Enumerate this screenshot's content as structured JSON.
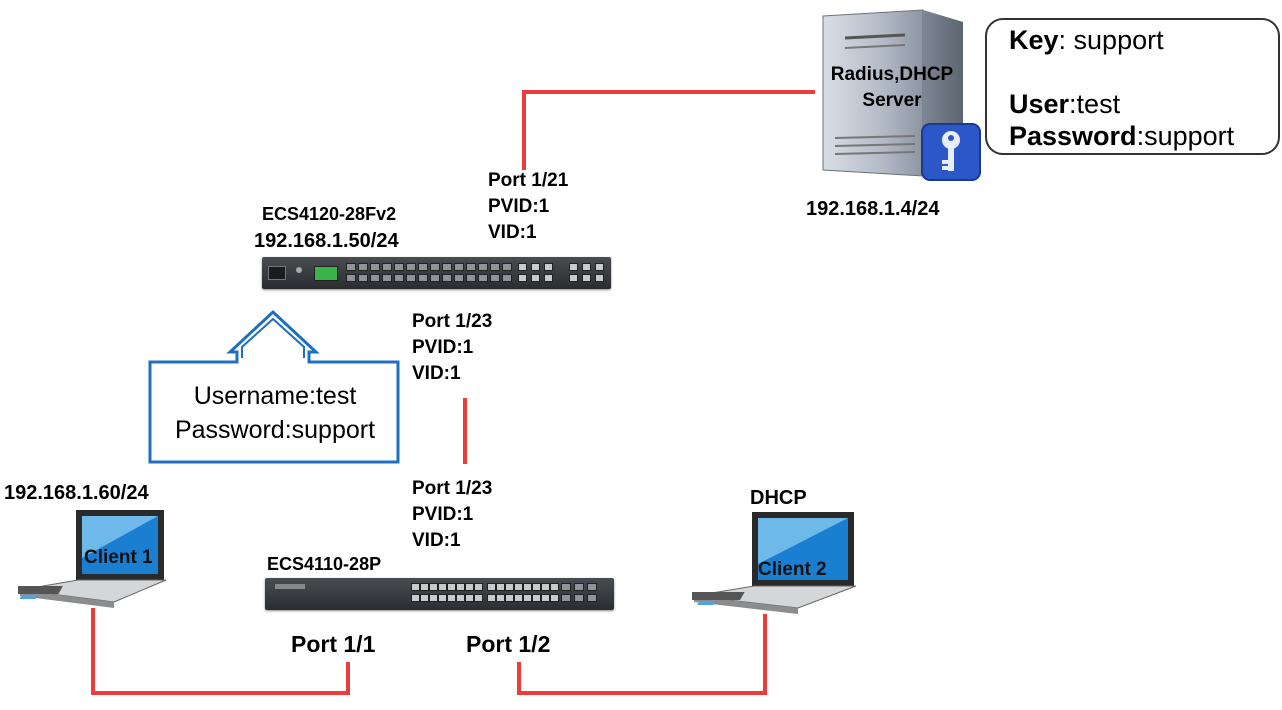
{
  "server": {
    "label": "Radius,DHCP Server",
    "ip": "192.168.1.4/24",
    "icon": "server-icon",
    "key_icon": "key-icon"
  },
  "credentials_note": {
    "key_label": "Key",
    "key_value": ": support",
    "user_label": "User",
    "user_value": ":test",
    "password_label": "Password",
    "password_value": ":support"
  },
  "switch_core": {
    "model": "ECS4120-28Fv2",
    "ip": "192.168.1.50/24",
    "uplink": {
      "port": "Port 1/21",
      "pvid": "PVID:1",
      "vid": "VID:1"
    },
    "downlink": {
      "port": "Port 1/23",
      "pvid": "PVID:1",
      "vid": "VID:1"
    }
  },
  "switch_access": {
    "model": "ECS4110-28P",
    "uplink": {
      "port": "Port 1/23",
      "pvid": "PVID:1",
      "vid": "VID:1"
    },
    "port_client1": "Port 1/1",
    "port_client2": "Port 1/2"
  },
  "auth_callout": {
    "username": "Username:test",
    "password": "Password:support"
  },
  "client1": {
    "label": "Client 1",
    "ip": "192.168.1.60/24"
  },
  "client2": {
    "label": "Client 2",
    "mode": "DHCP"
  },
  "colors": {
    "link": "#ee3b3b",
    "callout_border": "#1f6fbf",
    "key_badge": "#2b57c9",
    "laptop_screen": "#1a7fd0"
  }
}
